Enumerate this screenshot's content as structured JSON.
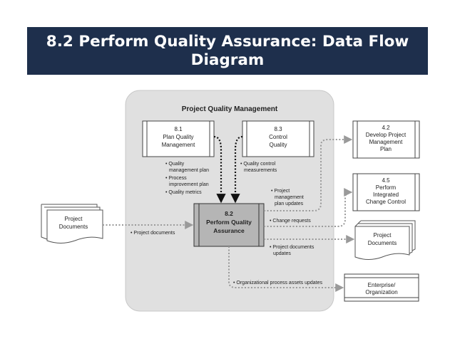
{
  "slide": {
    "title_line1": "8.2 Perform Quality Assurance: Data Flow",
    "title_line2": "Diagram"
  },
  "diagram": {
    "group_title": "Project Quality Management",
    "boxes": {
      "plan_quality": [
        "8.1",
        "Plan Quality",
        "Management"
      ],
      "control_quality": [
        "8.3",
        "Control",
        "Quality"
      ],
      "perform_qa": [
        "8.2",
        "Perform Quality",
        "Assurance"
      ],
      "develop_pmp": [
        "4.2",
        "Develop Project",
        "Management",
        "Plan"
      ],
      "integrated_change": [
        "4.5",
        "Perform",
        "Integrated",
        "Change Control"
      ],
      "project_documents_in": [
        "Project",
        "Documents"
      ],
      "project_documents_out": [
        "Project",
        "Documents"
      ],
      "enterprise": [
        "Enterprise/",
        "Organization"
      ]
    },
    "flows": {
      "from_plan_quality": [
        "• Quality",
        "management plan",
        "• Process",
        "improvement plan",
        "• Quality metrics"
      ],
      "from_control_quality": [
        "• Quality control",
        "measurements"
      ],
      "to_develop_pmp": [
        "• Project",
        "management",
        "plan updates"
      ],
      "to_change_control": "• Change requests",
      "to_project_documents": [
        "• Project documents",
        "updates"
      ],
      "to_enterprise": "• Organizational process assets updates",
      "from_project_documents": "• Project documents"
    }
  }
}
